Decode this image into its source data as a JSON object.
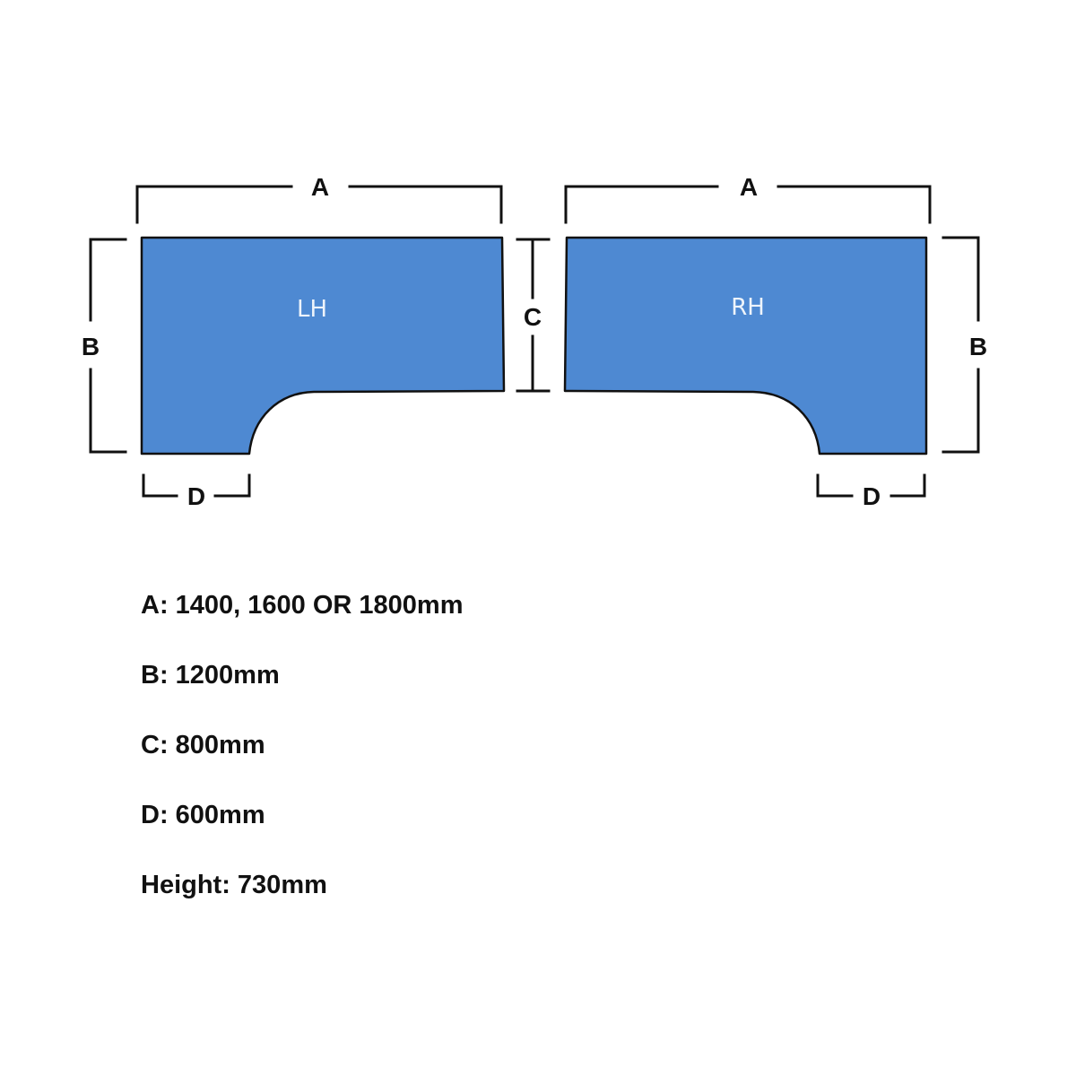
{
  "diagram": {
    "colors": {
      "desk_fill": "#4e89d2",
      "outline": "#111111",
      "hand_label": "#eef4fb"
    },
    "left_desk": {
      "label": "LH",
      "dims": {
        "a": "A",
        "b": "B",
        "c": "C",
        "d": "D"
      }
    },
    "right_desk": {
      "label": "RH",
      "dims": {
        "a": "A",
        "b": "B",
        "d": "D"
      }
    }
  },
  "specs": [
    {
      "text": "A: 1400, 1600 OR 1800mm"
    },
    {
      "text": "B: 1200mm"
    },
    {
      "text": "C: 800mm"
    },
    {
      "text": "D: 600mm"
    },
    {
      "text": "Height: 730mm"
    }
  ]
}
